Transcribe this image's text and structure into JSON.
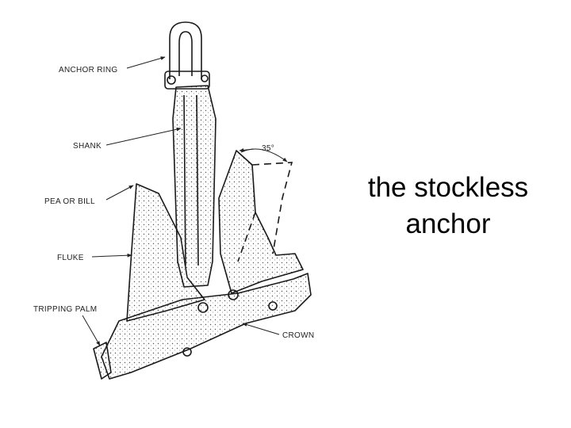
{
  "caption": {
    "line1": "the stockless",
    "line2": "anchor"
  },
  "labels": {
    "anchor_ring": "ANCHOR RING",
    "shank": "SHANK",
    "pea_or_bill": "PEA OR BILL",
    "fluke": "FLUKE",
    "tripping_palm": "TRIPPING PALM",
    "crown": "CROWN",
    "angle": "35°"
  }
}
